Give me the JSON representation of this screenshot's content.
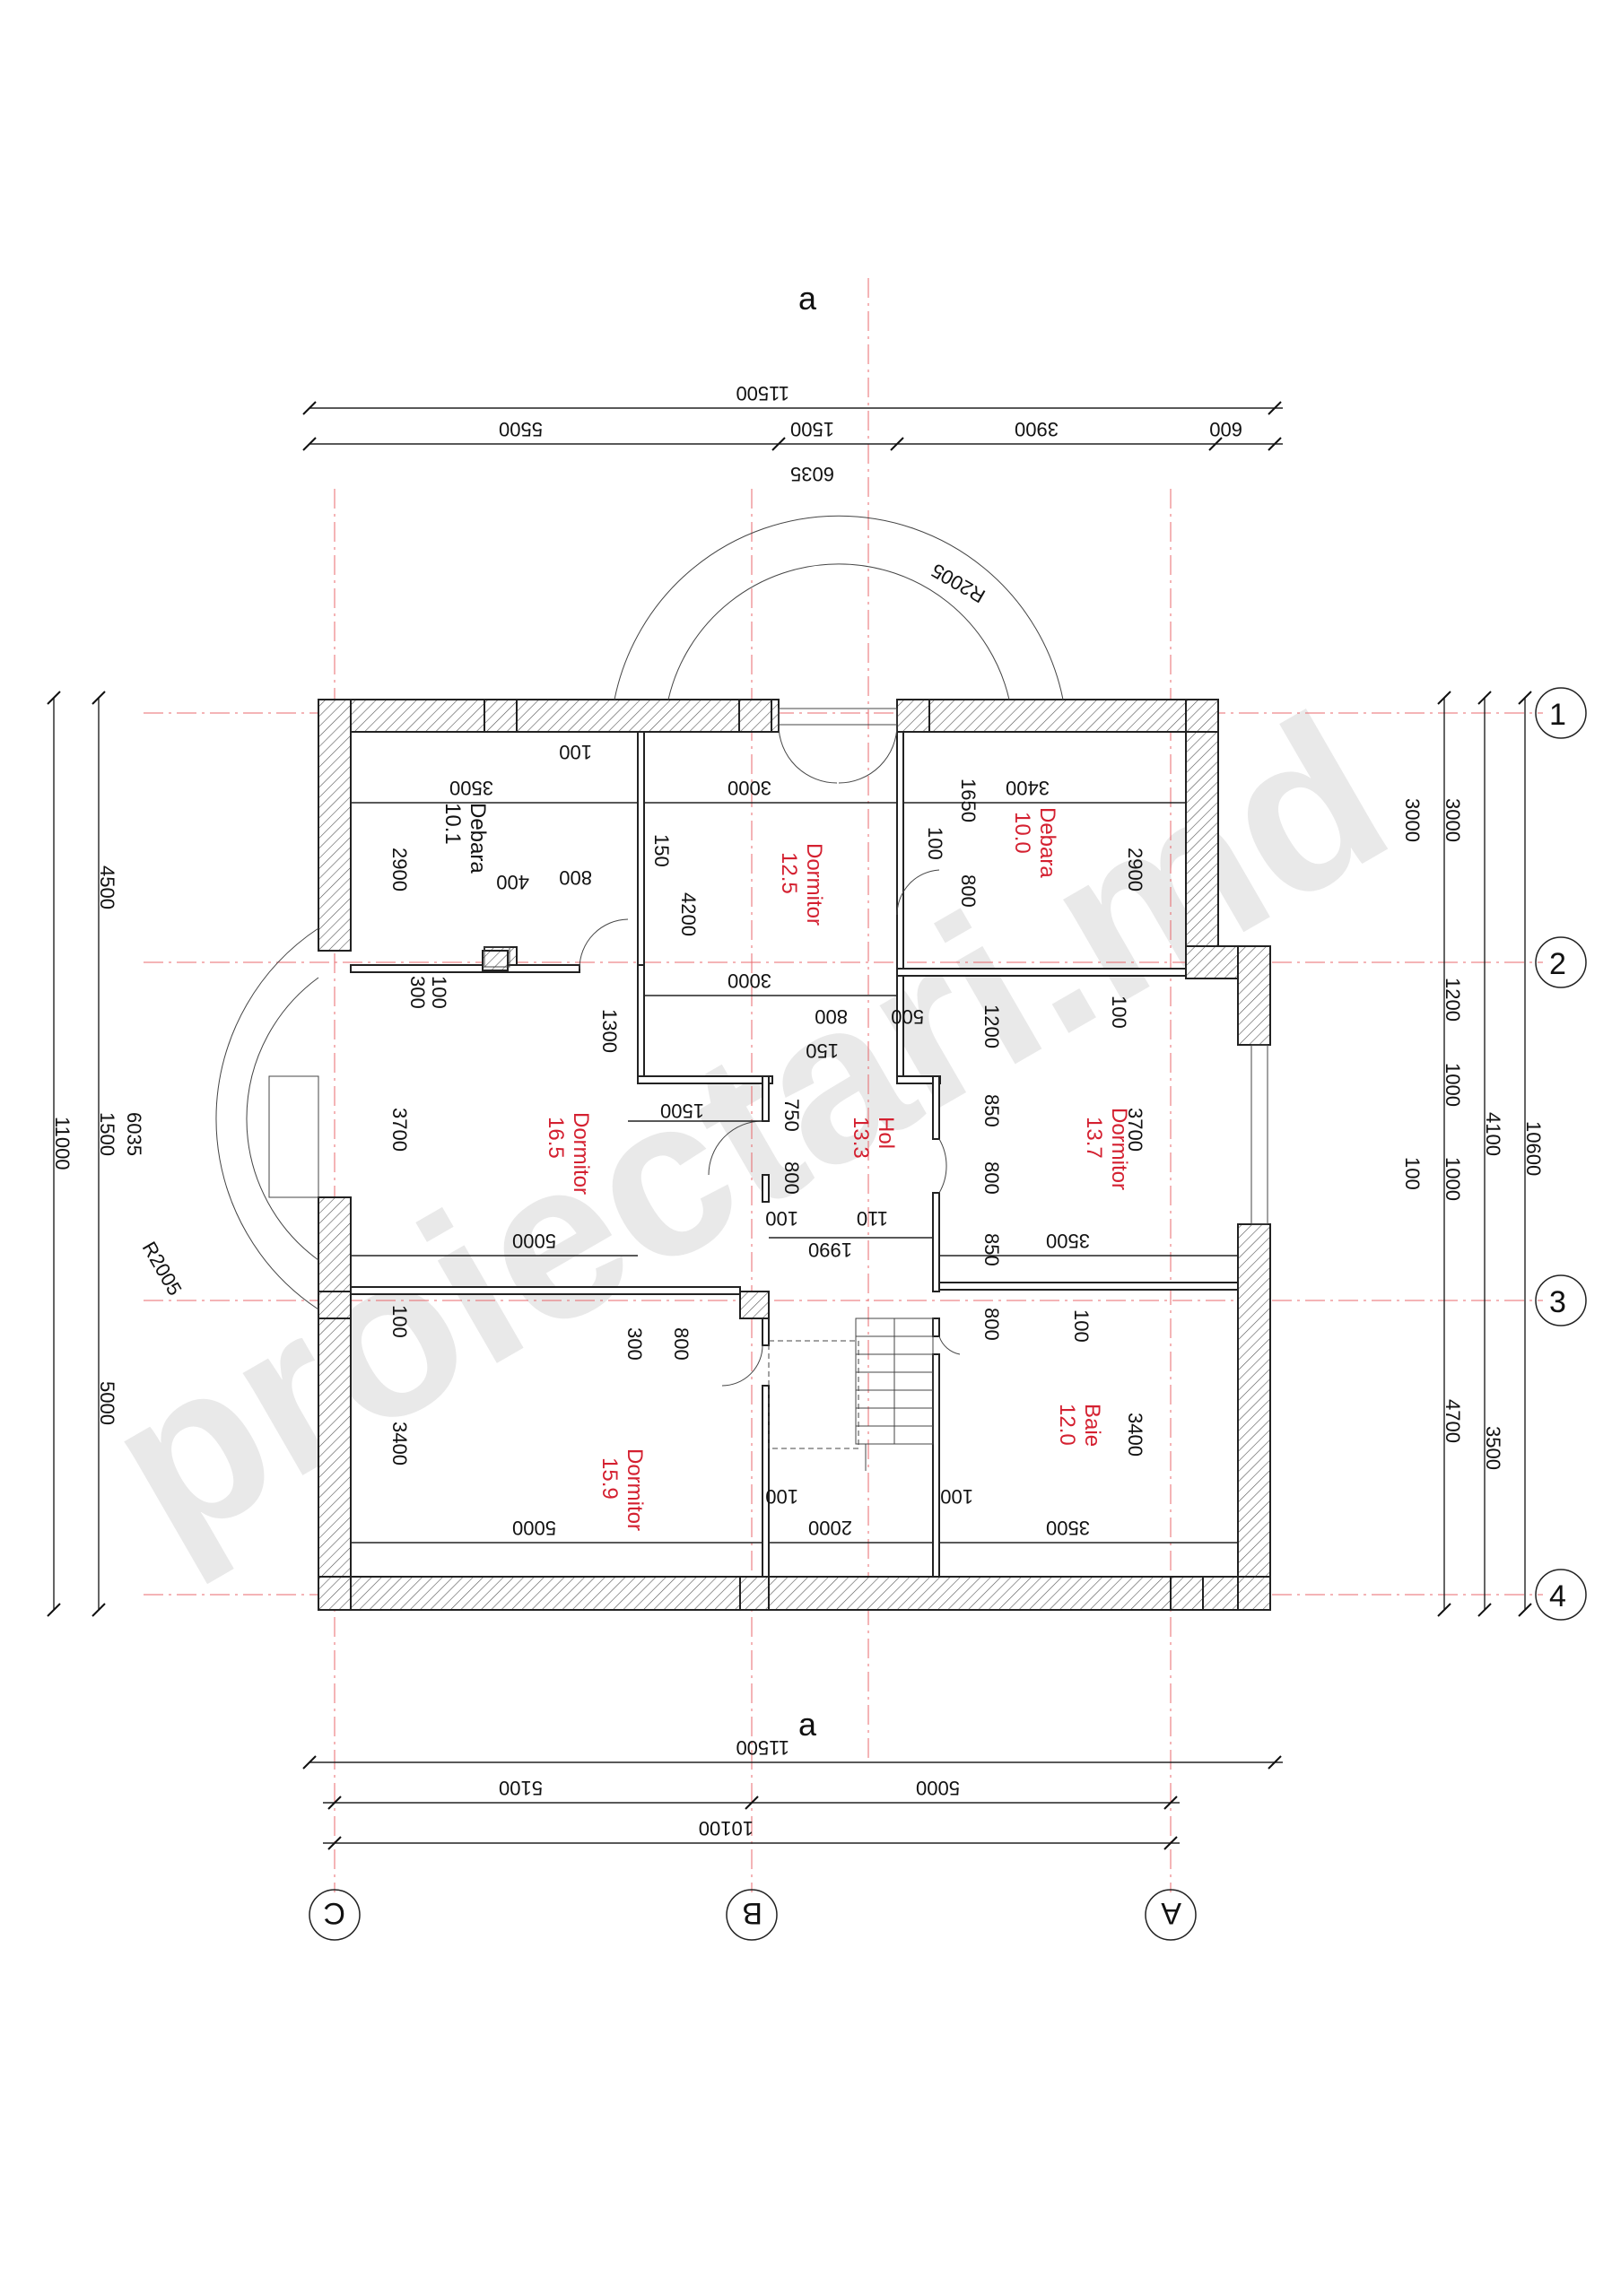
{
  "watermark": "proiectari.md",
  "section_marks": {
    "top": "a",
    "bottom": "a"
  },
  "axes": {
    "rows": [
      "1",
      "2",
      "3",
      "4"
    ],
    "cols": [
      "C",
      "B",
      "A"
    ]
  },
  "rooms": {
    "debara_left": {
      "name": "Debara",
      "area": "10.1",
      "color": "#111111"
    },
    "dormitor_top": {
      "name": "Dormitor",
      "area": "12.5",
      "color": "#d42030"
    },
    "debara_right": {
      "name": "Debara",
      "area": "10.0",
      "color": "#d42030"
    },
    "dormitor_left": {
      "name": "Dormitor",
      "area": "16.5",
      "color": "#d42030"
    },
    "hol": {
      "name": "Hol",
      "area": "13.3",
      "color": "#d42030"
    },
    "dormitor_right": {
      "name": "Dormitor",
      "area": "13.7",
      "color": "#d42030"
    },
    "dormitor_bottom": {
      "name": "Dormitor",
      "area": "15.9",
      "color": "#d42030"
    },
    "baie": {
      "name": "Baie",
      "area": "12.0",
      "color": "#d42030"
    }
  },
  "dims": {
    "top_total": "11500",
    "top_5500": "5500",
    "top_1500": "1500",
    "top_3900": "3900",
    "top_600": "600",
    "top_6035": "6035",
    "r2005_top": "R2005",
    "left_4500": "4500",
    "left_11000": "11000",
    "left_1500": "1500",
    "left_5000": "5000",
    "left_6035": "6035",
    "r2005_left": "R2005",
    "right_3000a": "3000",
    "right_3000b": "3000",
    "right_1200": "1200",
    "right_1000a": "1000",
    "right_1000b": "1000",
    "right_100": "100",
    "right_4100": "4100",
    "right_10600": "10600",
    "right_4700": "4700",
    "right_3500": "3500",
    "bot_total": "11500",
    "bot_5100": "5100",
    "bot_5000": "5000",
    "bot_10100": "10100",
    "i_3500a": "3500",
    "i_100a": "100",
    "i_2900a": "2900",
    "i_400": "400",
    "i_800a": "800",
    "i_150a": "150",
    "i_3000a": "3000",
    "i_4200": "4200",
    "i_3000b": "3000",
    "i_3400a": "3400",
    "i_1650": "1650",
    "i_100b": "100",
    "i_800b": "800",
    "i_2900b": "2900",
    "i_300a": "300",
    "i_100c": "100",
    "i_1300": "1300",
    "i_3700a": "3700",
    "i_800c": "800",
    "i_500": "500",
    "i_150b": "150",
    "i_1200": "1200",
    "i_100d": "100",
    "i_1500": "1500",
    "i_750": "750",
    "i_850a": "850",
    "i_800d": "800",
    "i_800e": "800",
    "i_3700b": "3700",
    "i_100e": "100",
    "i_110": "110",
    "i_850b": "850",
    "i_5000a": "5000",
    "i_1990": "1990",
    "i_3500b": "3500",
    "i_100f": "100",
    "i_300b": "300",
    "i_800f": "800",
    "i_800g": "800",
    "i_100g": "100",
    "i_3400b": "3400",
    "i_3400c": "3400",
    "i_100h": "100",
    "i_100i": "100",
    "i_5000b": "5000",
    "i_2000": "2000",
    "i_3500c": "3500"
  }
}
